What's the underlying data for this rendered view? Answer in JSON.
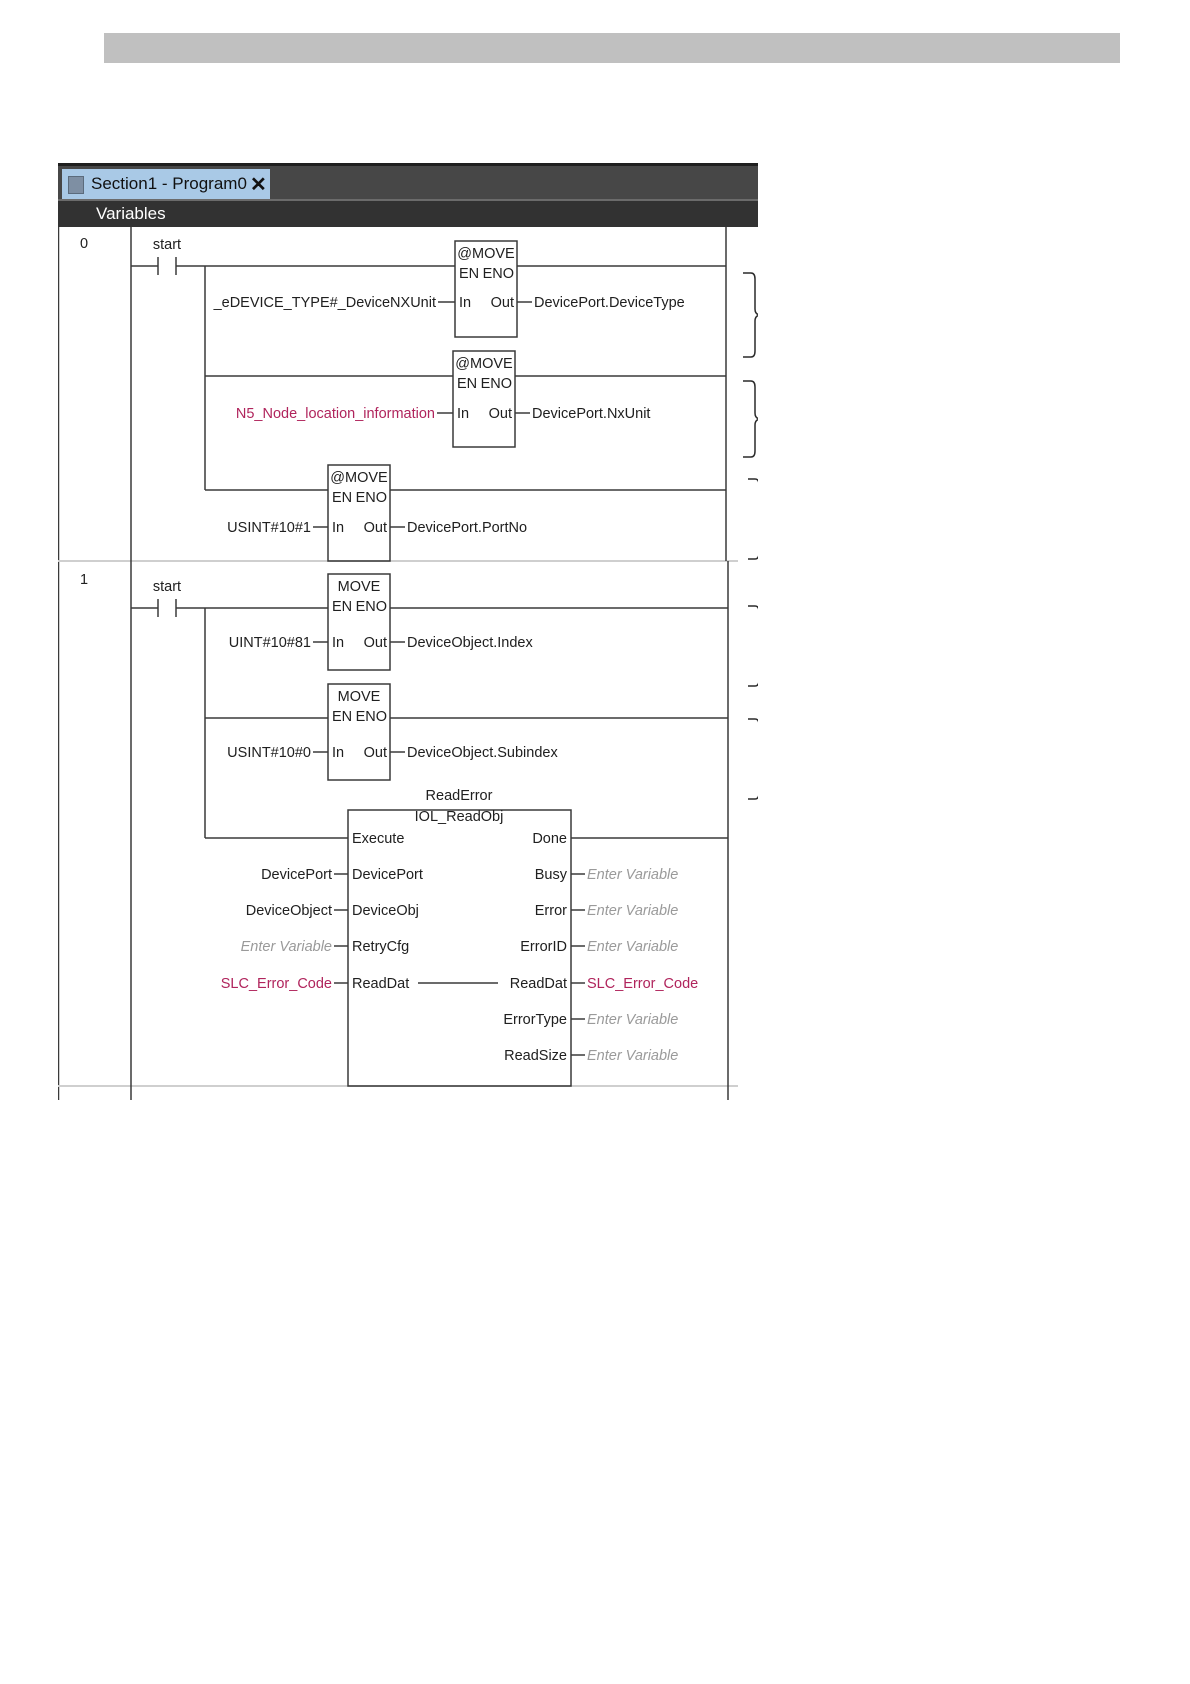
{
  "editor": {
    "tab_title": "Section1 - Program0",
    "tab_close": "✕",
    "variables_label": "Variables"
  },
  "rung0": {
    "number": "0",
    "contact_label": "start",
    "move1": {
      "title": "@MOVE",
      "en": "EN",
      "eno": "ENO",
      "in_label": "In",
      "out_label": "Out",
      "input": "_eDEVICE_TYPE#_DeviceNXUnit",
      "output": "DevicePort.DeviceType"
    },
    "move2": {
      "title": "@MOVE",
      "en": "EN",
      "eno": "ENO",
      "in_label": "In",
      "out_label": "Out",
      "input": "N5_Node_location_information",
      "output": "DevicePort.NxUnit"
    },
    "move3": {
      "title": "@MOVE",
      "en": "EN",
      "eno": "ENO",
      "in_label": "In",
      "out_label": "Out",
      "input": "USINT#10#1",
      "output": "DevicePort.PortNo"
    }
  },
  "rung1": {
    "number": "1",
    "contact_label": "start",
    "move1": {
      "title": "MOVE",
      "en": "EN",
      "eno": "ENO",
      "in_label": "In",
      "out_label": "Out",
      "input": "UINT#10#81",
      "output": "DeviceObject.Index"
    },
    "move2": {
      "title": "MOVE",
      "en": "EN",
      "eno": "ENO",
      "in_label": "In",
      "out_label": "Out",
      "input": "USINT#10#0",
      "output": "DeviceObject.Subindex"
    },
    "fb": {
      "instance": "ReadError",
      "type": "IOL_ReadObj",
      "execute": "Execute",
      "done": "Done",
      "in_ports": [
        "DevicePort",
        "DeviceObj",
        "RetryCfg",
        "ReadDat"
      ],
      "in_vars": [
        "DevicePort",
        "DeviceObject",
        "Enter Variable",
        "SLC_Error_Code"
      ],
      "out_ports": [
        "Busy",
        "Error",
        "ErrorID",
        "ReadDat",
        "ErrorType",
        "ReadSize"
      ],
      "out_vars": [
        "Enter Variable",
        "Enter Variable",
        "Enter Variable",
        "SLC_Error_Code",
        "Enter Variable",
        "Enter Variable"
      ]
    }
  },
  "colors": {
    "wire": "#3a3a3a",
    "text": "#202020",
    "variable_highlight": "#b0245c",
    "placeholder": "#9a9a9a",
    "tab_active": "#a9c9e6",
    "tab_strip": "#474747",
    "variables_bar": "#323232",
    "top_band": "#c0c0c0"
  }
}
